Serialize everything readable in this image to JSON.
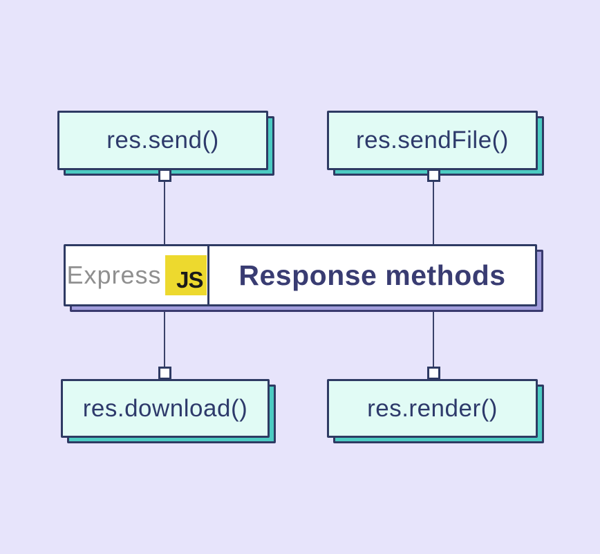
{
  "diagram": {
    "banner": {
      "brand": "Express",
      "badge": "JS",
      "title": "Response methods"
    },
    "nodes": [
      {
        "id": "res-send",
        "label": "res.send()",
        "position": "top-left"
      },
      {
        "id": "res-sendfile",
        "label": "res.sendFile()",
        "position": "top-right"
      },
      {
        "id": "res-download",
        "label": "res.download()",
        "position": "bottom-left"
      },
      {
        "id": "res-render",
        "label": "res.render()",
        "position": "bottom-right"
      }
    ],
    "colors": {
      "background": "#E7E4FB",
      "node_fill": "#E1FBF5",
      "node_shadow": "#4CCBC2",
      "banner_fill": "#FFFFFF",
      "banner_shadow": "#A29DDC",
      "outline": "#2E3A63",
      "node_text": "#2E3A6B",
      "title_text": "#393C72",
      "badge_yellow": "#EDD92E",
      "badge_text": "#1A1A1A",
      "brand_gray": "#8F8F8F"
    }
  }
}
